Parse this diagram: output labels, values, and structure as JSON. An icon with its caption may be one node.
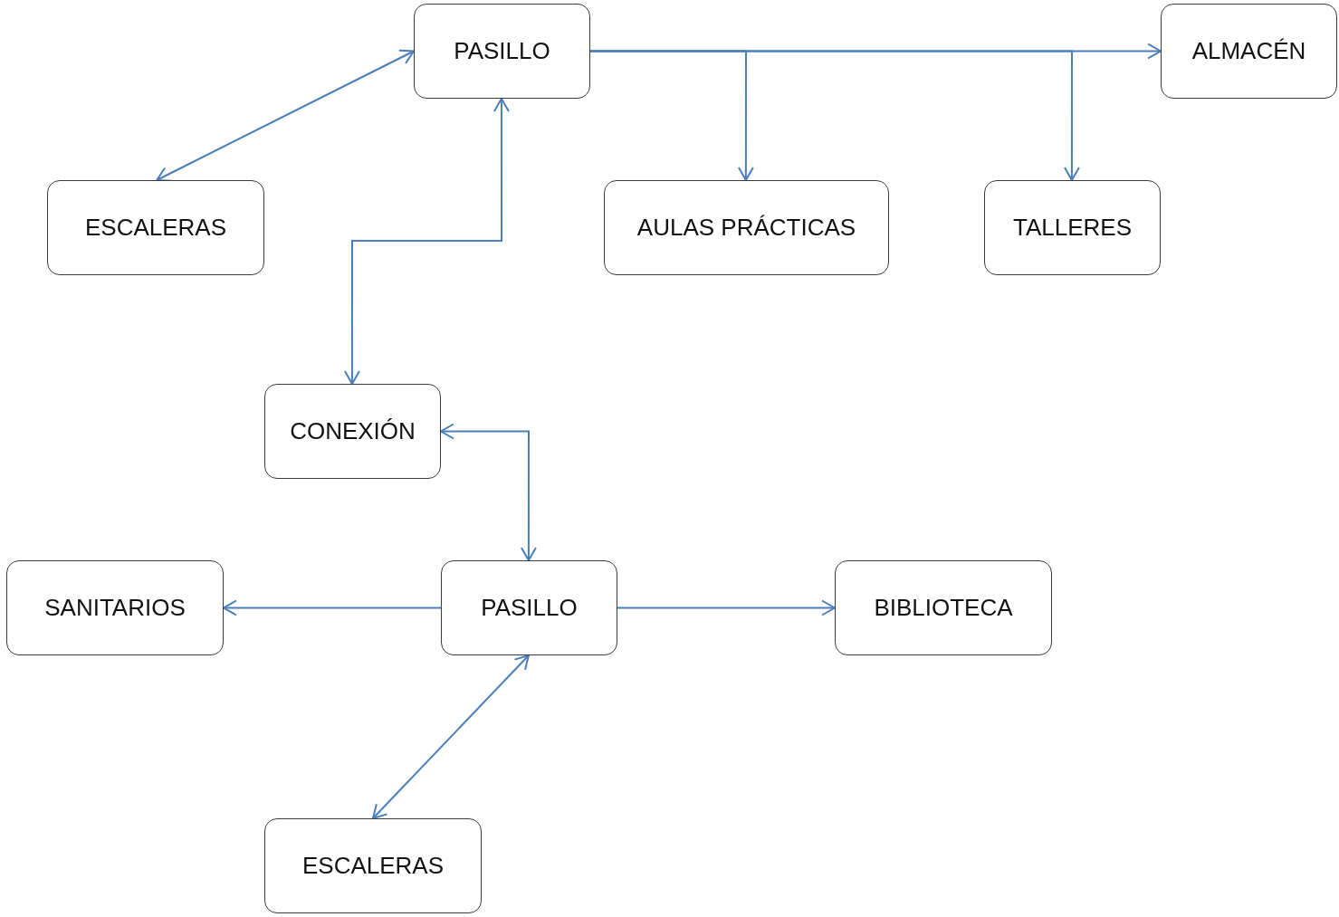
{
  "diagram": {
    "nodes": [
      {
        "text": [
          "PASILLO"
        ]
      },
      {
        "text": [
          "ALMACÉN"
        ]
      },
      {
        "text": [
          "ESCALERAS"
        ]
      },
      {
        "text": [
          "AULAS PRÁCTICAS"
        ]
      },
      {
        "text": [
          "TALLERES"
        ]
      },
      {
        "text": [
          "CONEXIÓN"
        ]
      },
      {
        "text": [
          "SANITARIOS"
        ]
      },
      {
        "text": [
          "PASILLO"
        ]
      },
      {
        "text": [
          "BIBLIOTECA"
        ]
      },
      {
        "text": [
          "ESCALERAS"
        ]
      }
    ],
    "edges": [
      {
        "from": 0,
        "to": 1,
        "arrow": "to"
      },
      {
        "from": 0,
        "to": 3,
        "arrow": "to"
      },
      {
        "from": 0,
        "to": 4,
        "arrow": "to"
      },
      {
        "from": 0,
        "to": 2,
        "arrow": "both"
      },
      {
        "from": 0,
        "to": 5,
        "arrow": "both"
      },
      {
        "from": 5,
        "to": 7,
        "arrow": "both"
      },
      {
        "from": 7,
        "to": 6,
        "arrow": "to"
      },
      {
        "from": 7,
        "to": 8,
        "arrow": "to"
      },
      {
        "from": 7,
        "to": 9,
        "arrow": "both"
      }
    ]
  }
}
